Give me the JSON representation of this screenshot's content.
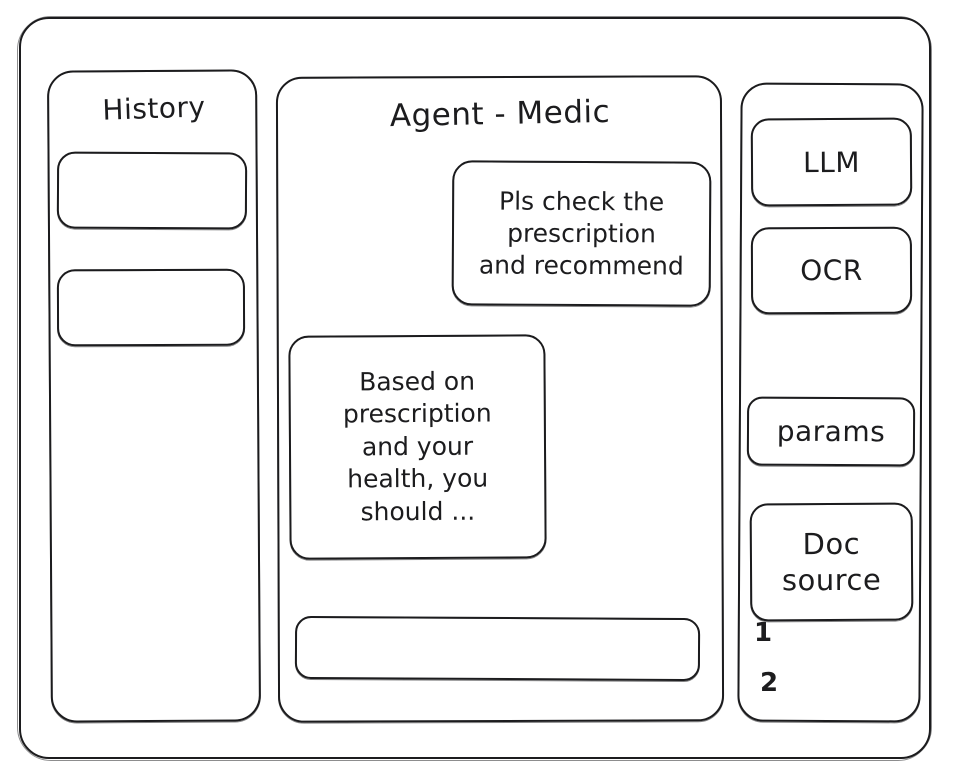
{
  "app": {
    "style": "hand-drawn wireframe",
    "stroke_color": "#1c1c1e",
    "background_color": "#ffffff"
  },
  "sidebar_history": {
    "title": "History",
    "items": [
      {
        "label": ""
      },
      {
        "label": ""
      }
    ]
  },
  "main": {
    "title": "Agent - Medic",
    "messages": [
      {
        "role": "user",
        "text": "Pls check the\nprescription\nand recommend"
      },
      {
        "role": "agent",
        "text": "Based on\nprescription\nand your\nhealth, you\nshould ..."
      }
    ],
    "composer": {
      "value": "",
      "placeholder": ""
    }
  },
  "tools_panel": {
    "items": [
      {
        "label": "LLM"
      },
      {
        "label": "OCR"
      },
      {
        "label": "params"
      },
      {
        "label": "Doc\nsource"
      }
    ],
    "sources": [
      {
        "label": "1"
      },
      {
        "label": "2"
      }
    ]
  }
}
